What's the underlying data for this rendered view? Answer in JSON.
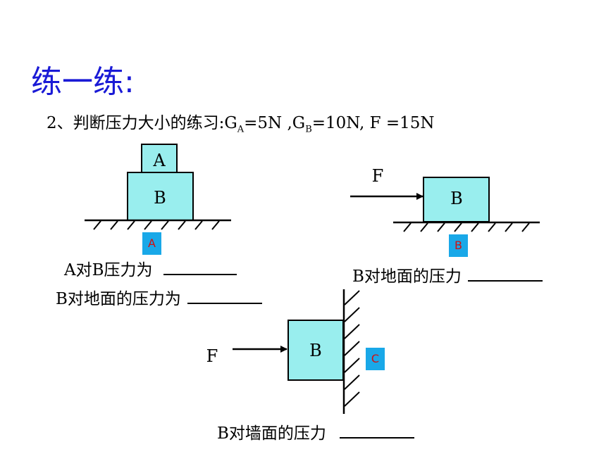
{
  "title": "练一练:",
  "problem": {
    "prefix": "2、判断压力大小的练习:G",
    "ga_sub": "A",
    "ga_val": "=5N ,G",
    "gb_sub": "B",
    "gb_val": "=10N,  F =15N"
  },
  "figure1": {
    "block_a": "A",
    "block_b": "B",
    "tag": "A",
    "q1": "A对B压力为",
    "q2": "B对地面的压力为"
  },
  "figure2": {
    "force": "F",
    "block_b": "B",
    "tag": "B",
    "q": "B对地面的压力"
  },
  "figure3": {
    "force": "F",
    "block_b": "B",
    "tag": "C",
    "q": "B对墙面的压力"
  },
  "colors": {
    "block_fill": "#99eeee",
    "tag_bg": "#19a8e8",
    "tag_text": "#d01010",
    "title": "#1a1ad6"
  }
}
